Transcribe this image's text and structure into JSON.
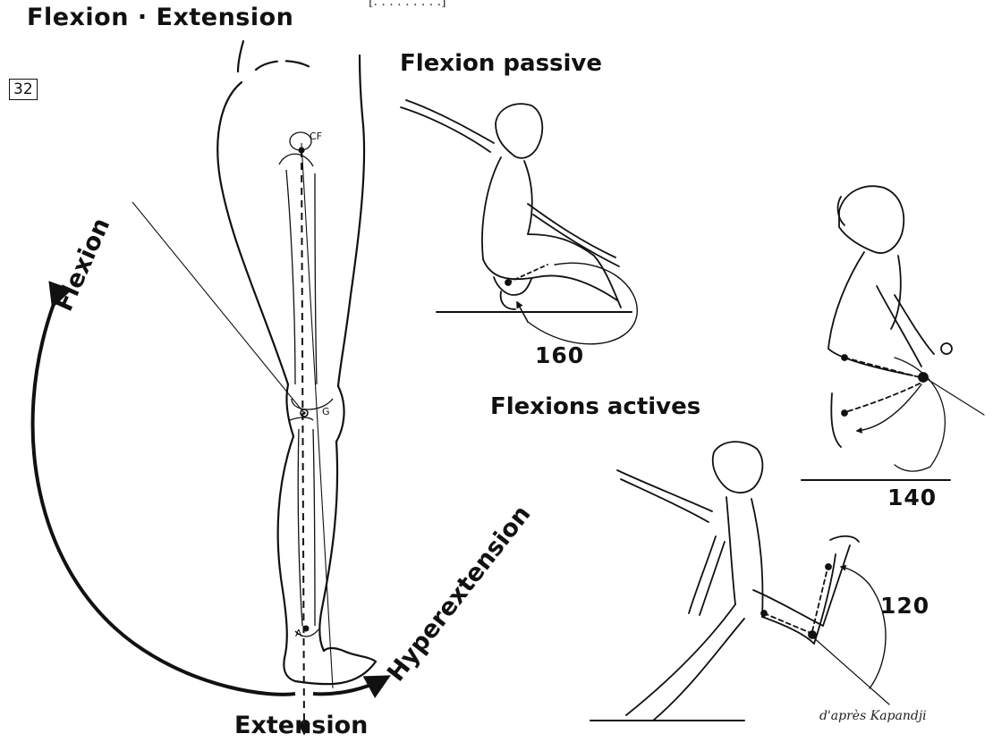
{
  "figure": {
    "number": "32",
    "title": "Flexion · Extension",
    "cropped_top_text": "[. . . . . . . . .]",
    "labels": {
      "flexion": "Flexion",
      "extension": "Extension",
      "hyperextension": "Hyperextension",
      "flexion_passive": "Flexion passive",
      "flexions_actives": "Flexions actives"
    },
    "points": {
      "hip": "CF",
      "knee": "G",
      "ankle": "A"
    },
    "angles": {
      "passive": "160",
      "active_kneeling": "140",
      "active_standing": "120"
    },
    "credit": "d'après Kapandji"
  },
  "colors": {
    "ink": "#111111",
    "background": "#ffffff"
  }
}
